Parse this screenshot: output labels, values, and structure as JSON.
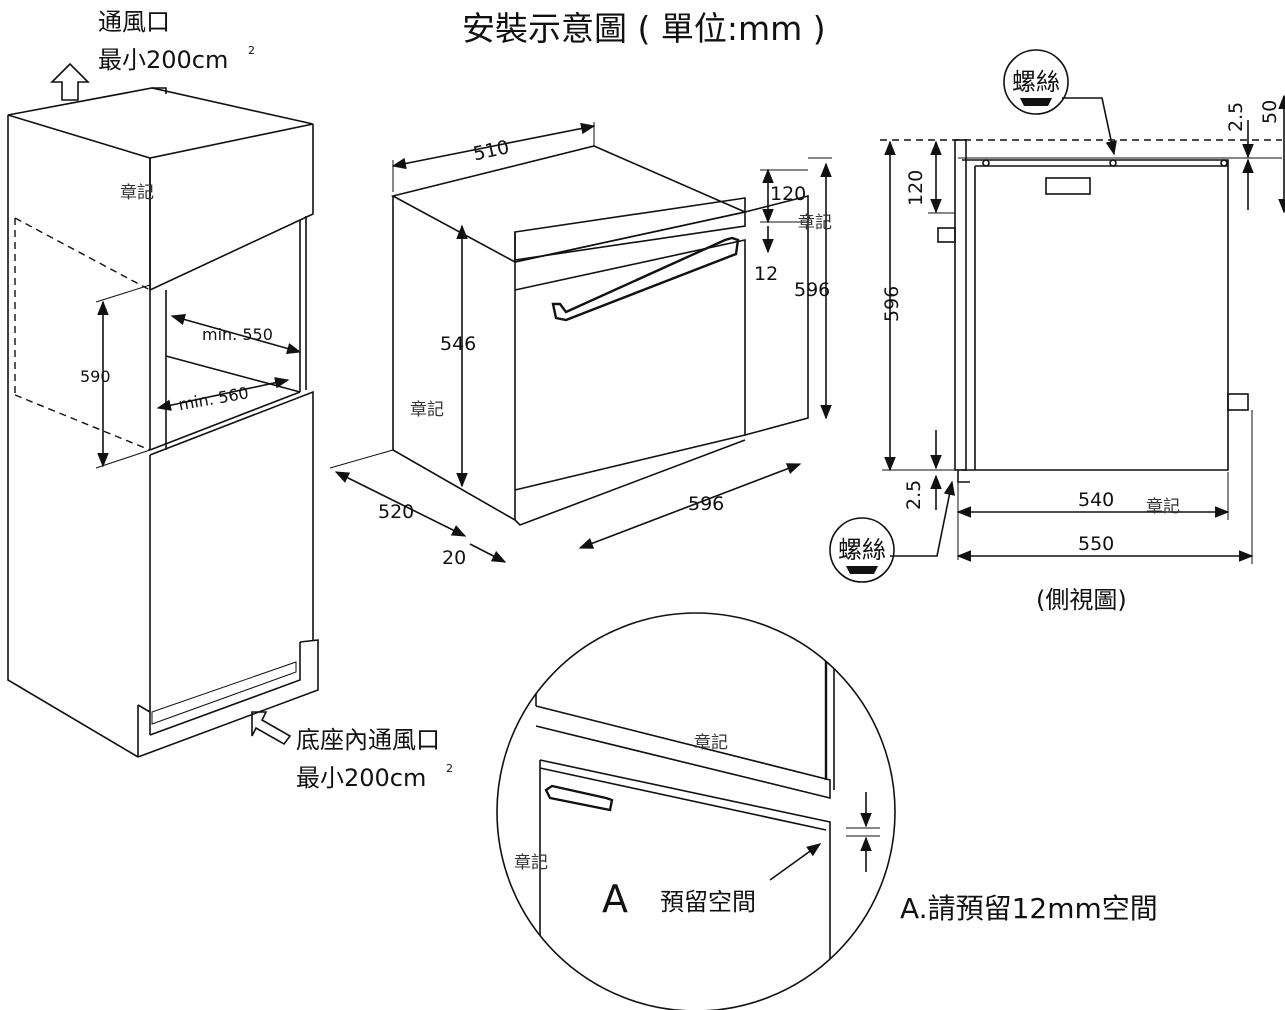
{
  "title": "安裝示意圖 ( 單位:mm )",
  "stamp": "章記",
  "cabinet": {
    "vent_top_line1": "通風口",
    "vent_top_line2": "最小200cm",
    "vent_bottom_line1": "底座內通風口",
    "vent_bottom_line2": "最小200cm",
    "superscript": "2",
    "dim_height": "590",
    "dim_depth": "min. 550",
    "dim_width": "min. 560"
  },
  "oven": {
    "dim_top_width": "510",
    "dim_panel_height": "120",
    "dim_gap": "12",
    "dim_front_height": "596",
    "dim_body_height": "546",
    "dim_depth": "520",
    "dim_front_width": "596",
    "dim_door": "20"
  },
  "side_view": {
    "caption": "(側視圖)",
    "screw_label": "螺絲",
    "dim_top_a": "2.5",
    "dim_top_b": "50",
    "dim_panel": "120",
    "dim_height": "596",
    "dim_bottom": "2.5",
    "dim_body_depth": "540",
    "dim_total_depth": "550"
  },
  "detail": {
    "letter": "A",
    "label": "預留空間",
    "note": "A.請預留12mm空間"
  }
}
